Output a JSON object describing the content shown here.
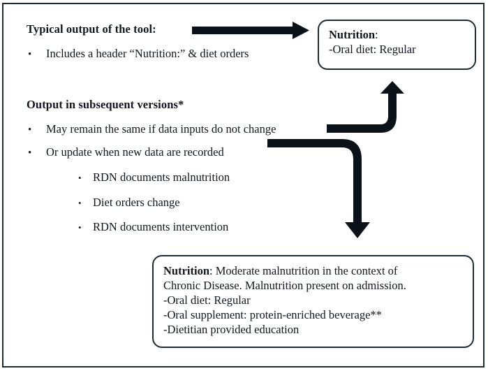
{
  "figure": {
    "border_color": "#1b2b38",
    "arrow_color": "#0b1118",
    "background": "#ffffff"
  },
  "left_column": {
    "heading_typical": "Typical output of the tool:",
    "heading_subsequent": "Output in subsequent versions*",
    "bullet_glyph": "•",
    "bullets_level1": [
      "Includes a header “Nutrition:” & diet orders",
      "May remain the same if data inputs do not change",
      "Or update when new data are recorded"
    ],
    "bullets_level2": [
      "RDN documents malnutrition",
      "Diet orders change",
      "RDN documents intervention"
    ]
  },
  "box_top": {
    "label_bold": "Nutrition",
    "label_colon": ":",
    "line2": "-Oral diet: Regular"
  },
  "box_bottom": {
    "label_bold": "Nutrition",
    "line1_rest": ": Moderate malnutrition in the context of",
    "line2": "Chronic Disease. Malnutrition present on admission.",
    "line3": "-Oral diet: Regular",
    "line4": "-Oral supplement: protein-enriched beverage**",
    "line5": "-Dietitian provided education"
  },
  "arrows": {
    "straight_right": "arrow-right-to-top-box",
    "elbow_up": "arrow-elbow-up-to-top-box",
    "elbow_down": "arrow-elbow-down-to-bottom-box"
  }
}
